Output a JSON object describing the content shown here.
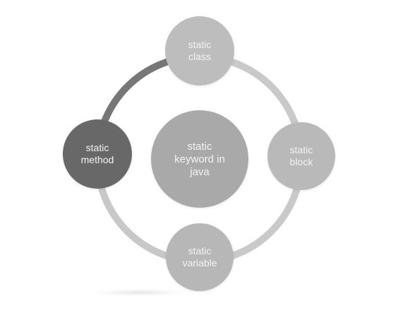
{
  "diagram": {
    "center": {
      "lines": [
        "static",
        "keyword in",
        "java"
      ]
    },
    "nodes": [
      {
        "id": "static-class",
        "lines": [
          "static",
          "class"
        ],
        "color": "#bdbdbd"
      },
      {
        "id": "static-block",
        "lines": [
          "static",
          "block"
        ],
        "color": "#b9b9b9"
      },
      {
        "id": "static-variable",
        "lines": [
          "static",
          "variable"
        ],
        "color": "#b7b7b7"
      },
      {
        "id": "static-method",
        "lines": [
          "static",
          "method"
        ],
        "color": "#676767"
      }
    ],
    "colors": {
      "ring_light": "#c9c9c9",
      "ring_dark": "#777777",
      "center": "#a9a9a9",
      "text": "#f3f3f3"
    }
  }
}
